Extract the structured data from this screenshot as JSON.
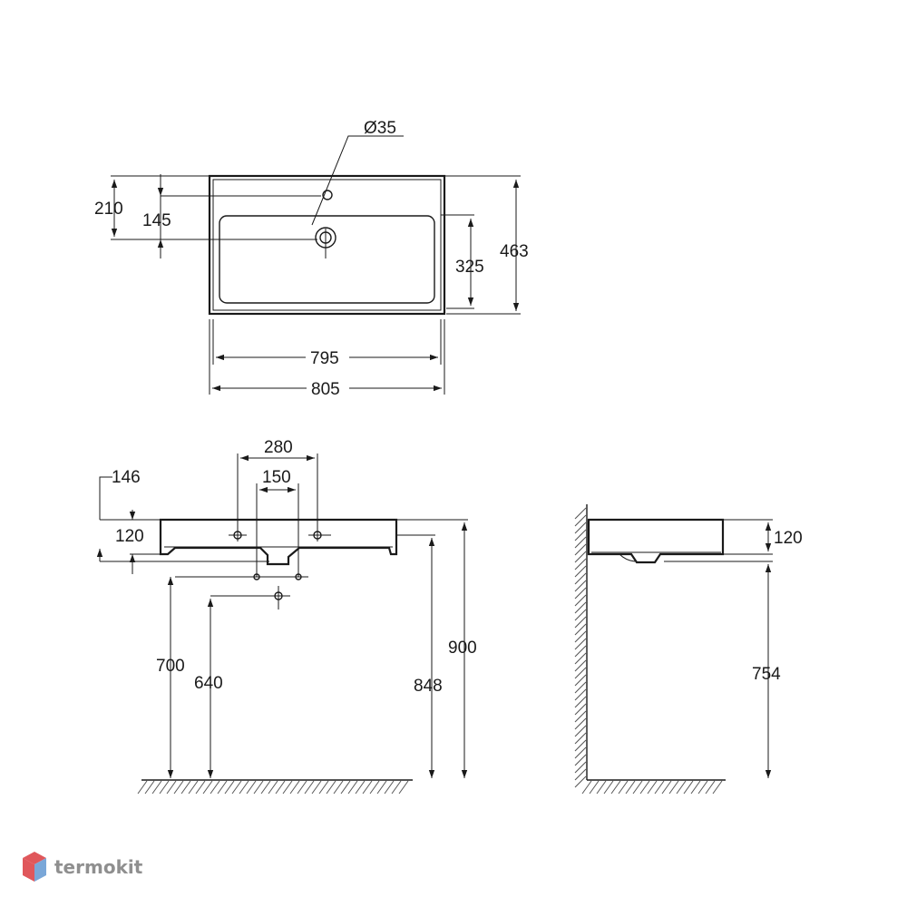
{
  "top_view": {
    "diameter_label": "Ø35",
    "dim_210": "210",
    "dim_145": "145",
    "dim_325": "325",
    "dim_463": "463",
    "dim_795": "795",
    "dim_805": "805"
  },
  "front_view": {
    "dim_280": "280",
    "dim_150": "150",
    "dim_146": "146",
    "dim_120": "120",
    "dim_700": "700",
    "dim_640": "640",
    "dim_848": "848",
    "dim_900": "900"
  },
  "side_view": {
    "dim_120": "120",
    "dim_754": "754"
  },
  "logo": {
    "text": "termokit",
    "colors": {
      "red": "#e0575b",
      "blue": "#7aa7d8",
      "gray": "#8f8f8f"
    }
  }
}
